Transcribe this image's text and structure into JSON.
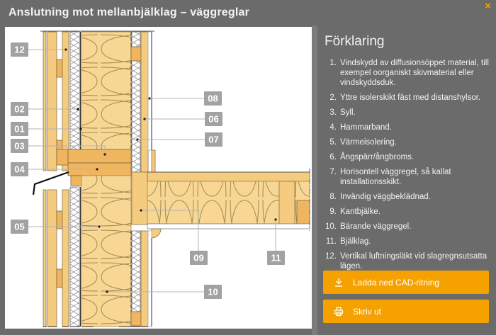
{
  "window": {
    "title": "Anslutning mot mellanbjälklag – väggreglar",
    "close_icon": "×"
  },
  "legend": {
    "heading": "Förklaring",
    "items": [
      {
        "num": "1.",
        "text": "Vindskydd av diffusionsöppet material, till exempel oorganiskt skivmaterial eller vindskyddsduk."
      },
      {
        "num": "2.",
        "text": "Yttre isolerskikt fäst med distanshylsor."
      },
      {
        "num": "3.",
        "text": "Syll."
      },
      {
        "num": "4.",
        "text": "Hammarband."
      },
      {
        "num": "5.",
        "text": "Värmeisolering."
      },
      {
        "num": "6.",
        "text": "Ångspärr/ångbroms."
      },
      {
        "num": "7.",
        "text": "Horisontell väggregel, så kallat installationsskikt."
      },
      {
        "num": "8.",
        "text": "Invändig väggbeklädnad."
      },
      {
        "num": "9.",
        "text": "Kantbjälke."
      },
      {
        "num": "10.",
        "text": "Bärande väggregel."
      },
      {
        "num": "11.",
        "text": "Bjälklag."
      },
      {
        "num": "12.",
        "text": "Vertikal luftningsläkt vid slagregnsutsatta lägen."
      }
    ]
  },
  "actions": {
    "download": {
      "label": "Ladda ned CAD-ritning",
      "icon": "download-arrow"
    },
    "print": {
      "label": "Skriv ut",
      "icon": "printer"
    }
  },
  "diagram": {
    "callouts": [
      "01",
      "02",
      "03",
      "04",
      "05",
      "06",
      "07",
      "08",
      "09",
      "10",
      "11",
      "12"
    ]
  },
  "colors": {
    "accent_orange": "#F5A201",
    "panel_gray": "#6B6B6B",
    "badge_gray": "#9B9B9B",
    "wood": "#F5CB80",
    "wood_dark": "#F0B55F",
    "insulation": "#F8D795",
    "insulation_line": "#A38A4F"
  }
}
